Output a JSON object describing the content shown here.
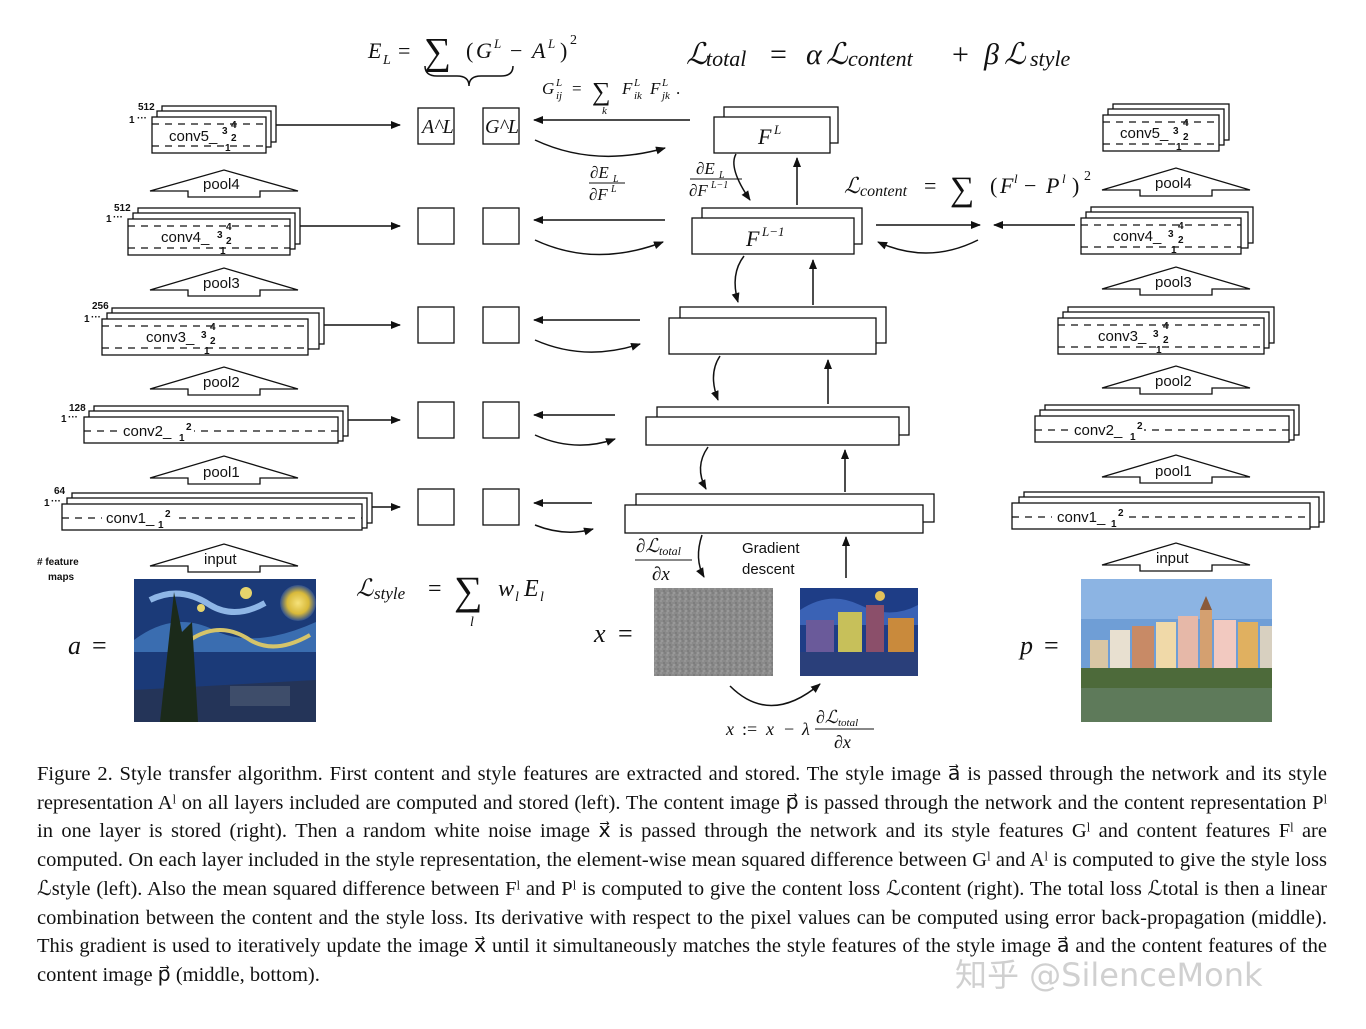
{
  "formulas": {
    "style_layer_loss": "E_L = ∑ (G^L − A^L)²",
    "total_loss": "ℒ_total = αℒ_content + βℒ_style",
    "gram_matrix": "G^L_ij = ∑_k F^L_ik F^L_jk.",
    "grad_style": "∂E_L / ∂F^L",
    "grad_prev": "∂E_L / ∂F^(L−1)",
    "content_loss": "ℒ_content = ∑ (F^l − P^l)²",
    "style_loss": "ℒ_style = ∑_l w_l E_l",
    "grad_total": "∂ℒ_total / ∂x⃗",
    "update_rule": "x⃗ := x⃗ − λ ∂ℒ_total/∂x⃗"
  },
  "style_network": {
    "layers": [
      "conv5_",
      "conv4_",
      "conv3_",
      "conv2_",
      "conv1_"
    ],
    "layer_indices": [
      "3 4 2 1",
      "3 4 2 1",
      "3 4 2 1",
      "1 2",
      "1 2"
    ],
    "feature_map_counts": [
      "512",
      "512",
      "256",
      "128",
      "64"
    ],
    "pools": [
      "pool4",
      "pool3",
      "pool2",
      "pool1"
    ],
    "input_label": "input",
    "feature_maps_label": "# feature maps",
    "one_label": "1"
  },
  "content_network": {
    "layers": [
      "conv5_",
      "conv4_",
      "conv3_",
      "conv2_",
      "conv1_"
    ],
    "pools": [
      "pool4",
      "pool3",
      "pool2",
      "pool1"
    ],
    "input_label": "input"
  },
  "middle_network": {
    "feature_top": "F^L",
    "feature_prev": "F^(L−1)",
    "gradient_label_line1": "Gradient",
    "gradient_label_line2": "descent"
  },
  "style_boxes": {
    "a_label": "A^L",
    "g_label": "G^L"
  },
  "image_labels": {
    "style": "a⃗ =",
    "generated": "x⃗ =",
    "content": "p⃗ ="
  },
  "colors": {
    "noise": "#8a8a8a",
    "sky": "#1b3a78",
    "content_sky": "#6f9ed6"
  },
  "caption": "Figure 2. Style transfer algorithm. First content and style features are extracted and stored. The style image a⃗ is passed through the network and its style representation Aˡ on all layers included are computed and stored (left). The content image p⃗ is passed through the network and the content representation Pˡ in one layer is stored (right). Then a random white noise image x⃗ is passed through the network and its style features Gˡ and content features Fˡ are computed. On each layer included in the style representation, the element-wise mean squared difference between Gˡ and Aˡ is computed to give the style loss ℒstyle (left). Also the mean squared difference between Fˡ and Pˡ is computed to give the content loss ℒcontent (right). The total loss ℒtotal is then a linear combination between the content and the style loss. Its derivative with respect to the pixel values can be computed using error back-propagation (middle). This gradient is used to iteratively update the image x⃗ until it simultaneously matches the style features of the style image a⃗ and the content features of the content image p⃗ (middle, bottom).",
  "watermark": "知乎 @SilenceMonk"
}
